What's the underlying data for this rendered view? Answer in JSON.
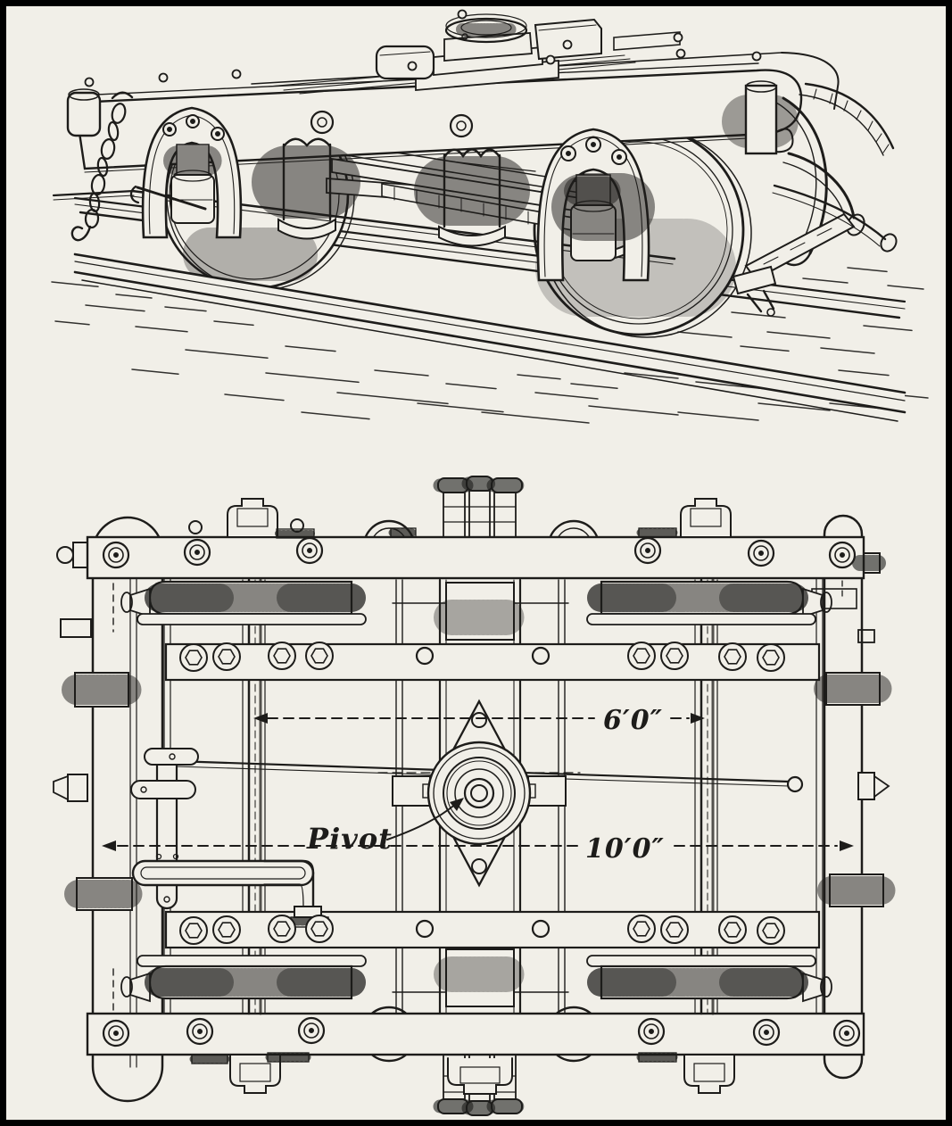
{
  "annotations": {
    "pivot_label": "Pivot",
    "dim_axle_spacing": "6′0″",
    "dim_frame_length": "10′0″"
  },
  "colors": {
    "paper": "#f1efe8",
    "ink": "#1d1c1a",
    "border": "#000000"
  }
}
